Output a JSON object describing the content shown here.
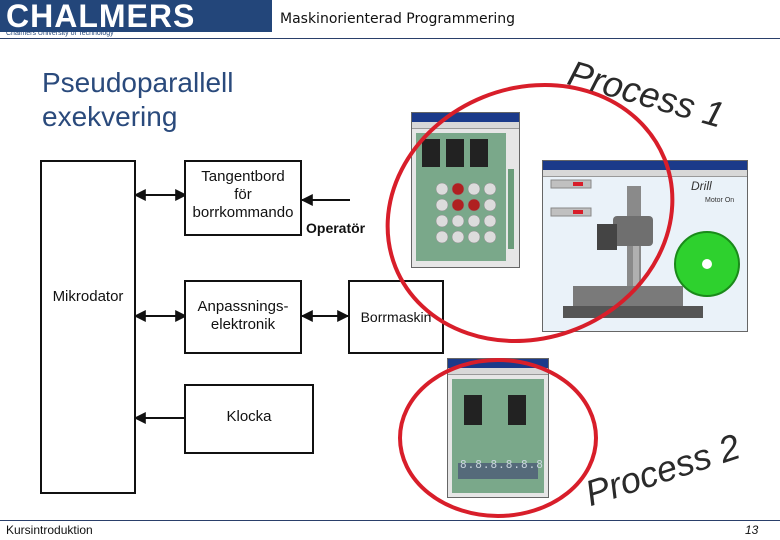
{
  "header": {
    "logo_text": "CHALMERS",
    "logo_subtitle": "Chalmers University of Technology",
    "course_title": "Maskinorienterad Programmering"
  },
  "slide": {
    "title_line1": "Pseudoparallell",
    "title_line2": "exekvering"
  },
  "diagram": {
    "blocks": {
      "mikrodator": "Mikrodator",
      "tangentbord_line1": "Tangentbord",
      "tangentbord_line2": "för",
      "tangentbord_line3": "borrkommando",
      "anpassning_line1": "Anpassnings-",
      "anpassning_line2": "elektronik",
      "borrmaskin": "Borrmaskin",
      "klocka": "Klocka"
    },
    "operator_label": "Operatör"
  },
  "process_labels": {
    "p1": "Process 1",
    "p2": "Process 2"
  },
  "windows": {
    "keyboard_window": {
      "title": "ML4-00"
    },
    "drill_window": {
      "title": "ML4",
      "drill_label": "Drill",
      "motor_label": "Motor On"
    },
    "display_window": {
      "title": "ML4-02",
      "digits": "8.8.8.8.8.8"
    }
  },
  "colors": {
    "accent_blue": "#2a4a7c",
    "circle_red": "#d81e2a",
    "wheel_green": "#2ed12e"
  },
  "footer": {
    "left": "Kursintroduktion",
    "page_number": "13"
  }
}
